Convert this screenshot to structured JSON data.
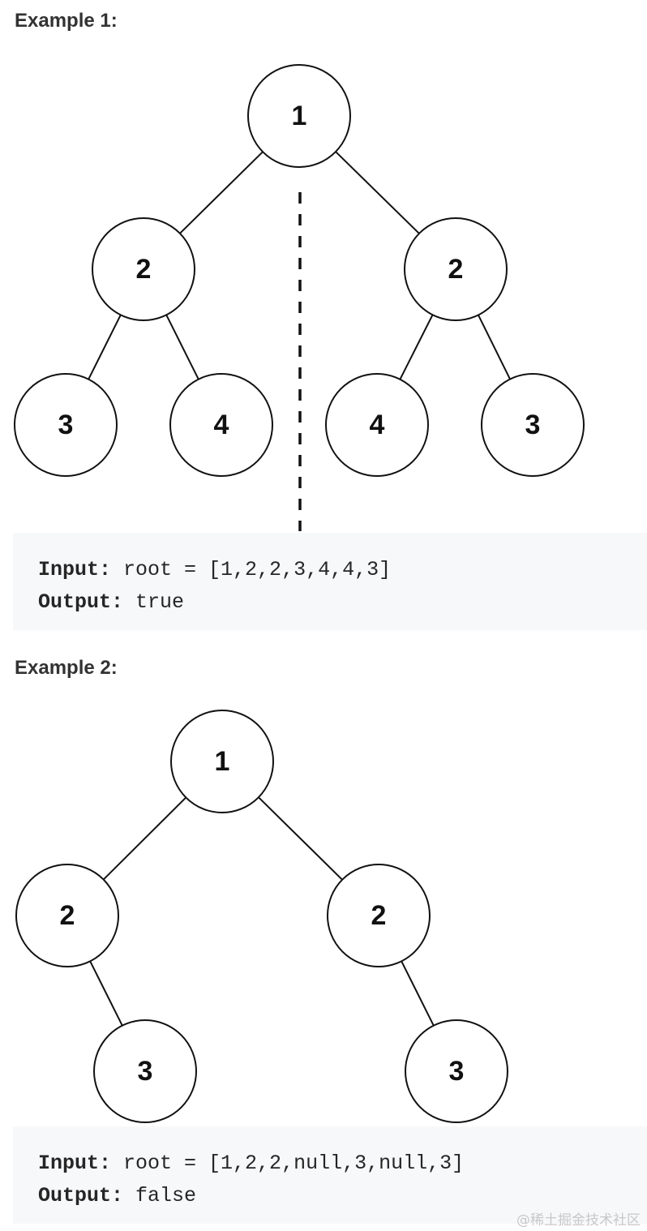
{
  "examples": [
    {
      "heading": "Example 1:",
      "tree": {
        "nodes": [
          {
            "id": "n1",
            "label": "1"
          },
          {
            "id": "n2a",
            "label": "2"
          },
          {
            "id": "n2b",
            "label": "2"
          },
          {
            "id": "n3a",
            "label": "3"
          },
          {
            "id": "n4a",
            "label": "4"
          },
          {
            "id": "n4b",
            "label": "4"
          },
          {
            "id": "n3b",
            "label": "3"
          }
        ],
        "edges": [
          [
            "n1",
            "n2a"
          ],
          [
            "n1",
            "n2b"
          ],
          [
            "n2a",
            "n3a"
          ],
          [
            "n2a",
            "n4a"
          ],
          [
            "n2b",
            "n4b"
          ],
          [
            "n2b",
            "n3b"
          ]
        ],
        "mirror_axis": true
      },
      "input_label": "Input:",
      "input_value": "root = [1,2,2,3,4,4,3]",
      "output_label": "Output:",
      "output_value": "true"
    },
    {
      "heading": "Example 2:",
      "tree": {
        "nodes": [
          {
            "id": "m1",
            "label": "1"
          },
          {
            "id": "m2a",
            "label": "2"
          },
          {
            "id": "m2b",
            "label": "2"
          },
          {
            "id": "m3a",
            "label": "3"
          },
          {
            "id": "m3b",
            "label": "3"
          }
        ],
        "edges": [
          [
            "m1",
            "m2a"
          ],
          [
            "m1",
            "m2b"
          ],
          [
            "m2a",
            "m3a"
          ],
          [
            "m2b",
            "m3b"
          ]
        ],
        "mirror_axis": false
      },
      "input_label": "Input:",
      "input_value": "root = [1,2,2,null,3,null,3]",
      "output_label": "Output:",
      "output_value": "false"
    }
  ],
  "watermark": "@稀土掘金技术社区"
}
